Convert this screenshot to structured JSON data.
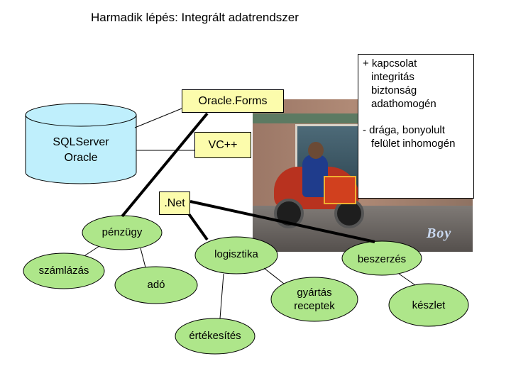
{
  "title": "Harmadik lépés: Integrált adatrendszer",
  "database": {
    "line1": "SQLServer",
    "line2": "Oracle"
  },
  "tools": {
    "oracle_forms": "Oracle.Forms",
    "vcpp": "VC++",
    "dotnet": ".Net"
  },
  "notes": {
    "pros": [
      "+ kapcsolat",
      "integritás",
      "biztonság",
      "adathomogén"
    ],
    "cons": [
      "- drága, bonyolult",
      "felület inhomogén"
    ]
  },
  "modules": {
    "penzugy": "pénzügy",
    "szamlazas": "számlázás",
    "ado": "adó",
    "ertekesites": "értékesítés",
    "logisztika": "logisztika",
    "beszerzes": "beszerzés",
    "gyartas_line1": "gyártás",
    "gyartas_line2": "receptek",
    "keszlet": "készlet"
  },
  "image": {
    "logo_text": "Boy"
  },
  "colors": {
    "tool_box_fill": "#fcfcac",
    "database_fill": "#bfeffc",
    "module_fill": "#aee68a"
  }
}
